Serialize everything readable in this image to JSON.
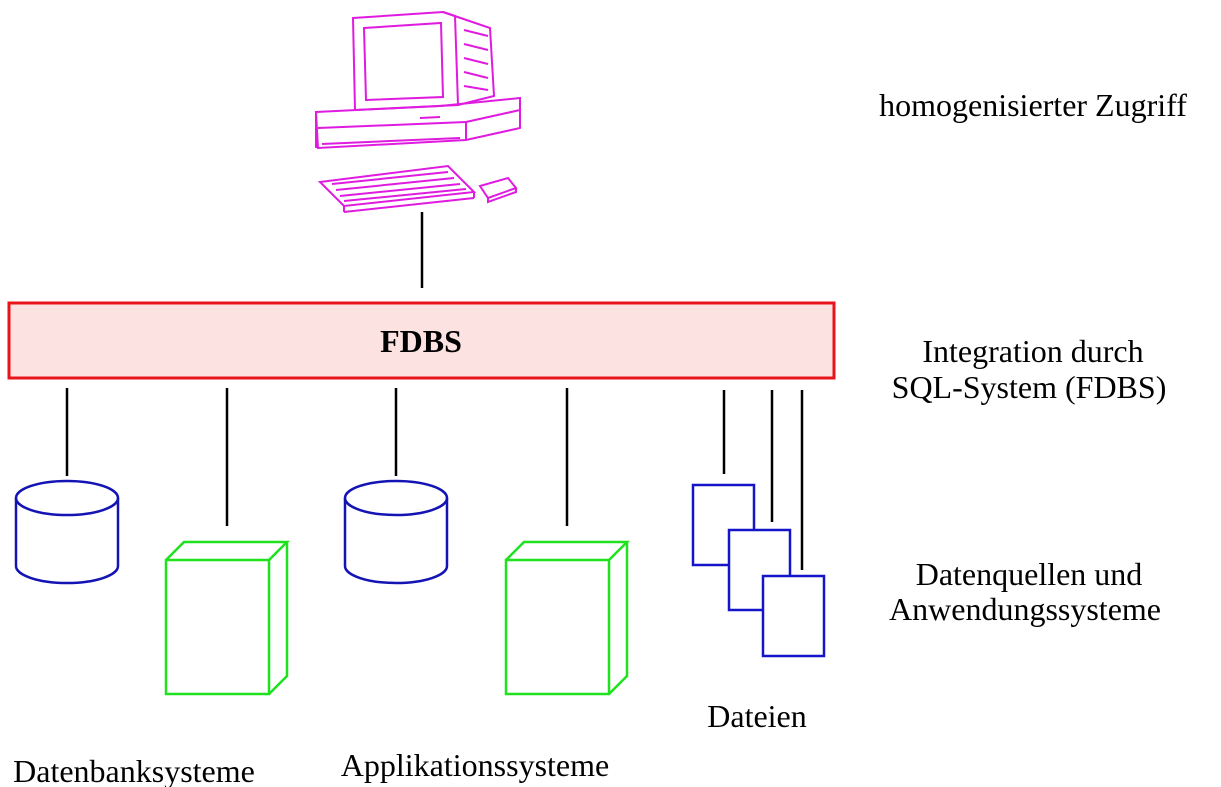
{
  "center": {
    "label": "FDBS",
    "fill": "#fde2e2",
    "stroke": "#e8141b"
  },
  "right_labels": {
    "access": "homogenisierter Zugriff",
    "integration_line1": "Integration durch",
    "integration_line2": "SQL-System (FDBS)",
    "sources_line1": "Datenquellen und",
    "sources_line2": "Anwendungssysteme"
  },
  "bottom_labels": {
    "databases": "Datenbanksysteme",
    "applications": "Applikationssysteme",
    "files": "Dateien"
  },
  "icons": {
    "computer": "workstation-icon",
    "database": "database-cylinder-icon",
    "application": "application-box-icon",
    "file": "file-document-icon"
  },
  "colors": {
    "computer": "#e01be0",
    "database": "#1414b4",
    "application": "#1ee21e",
    "file": "#1414c8",
    "line": "#000000"
  }
}
